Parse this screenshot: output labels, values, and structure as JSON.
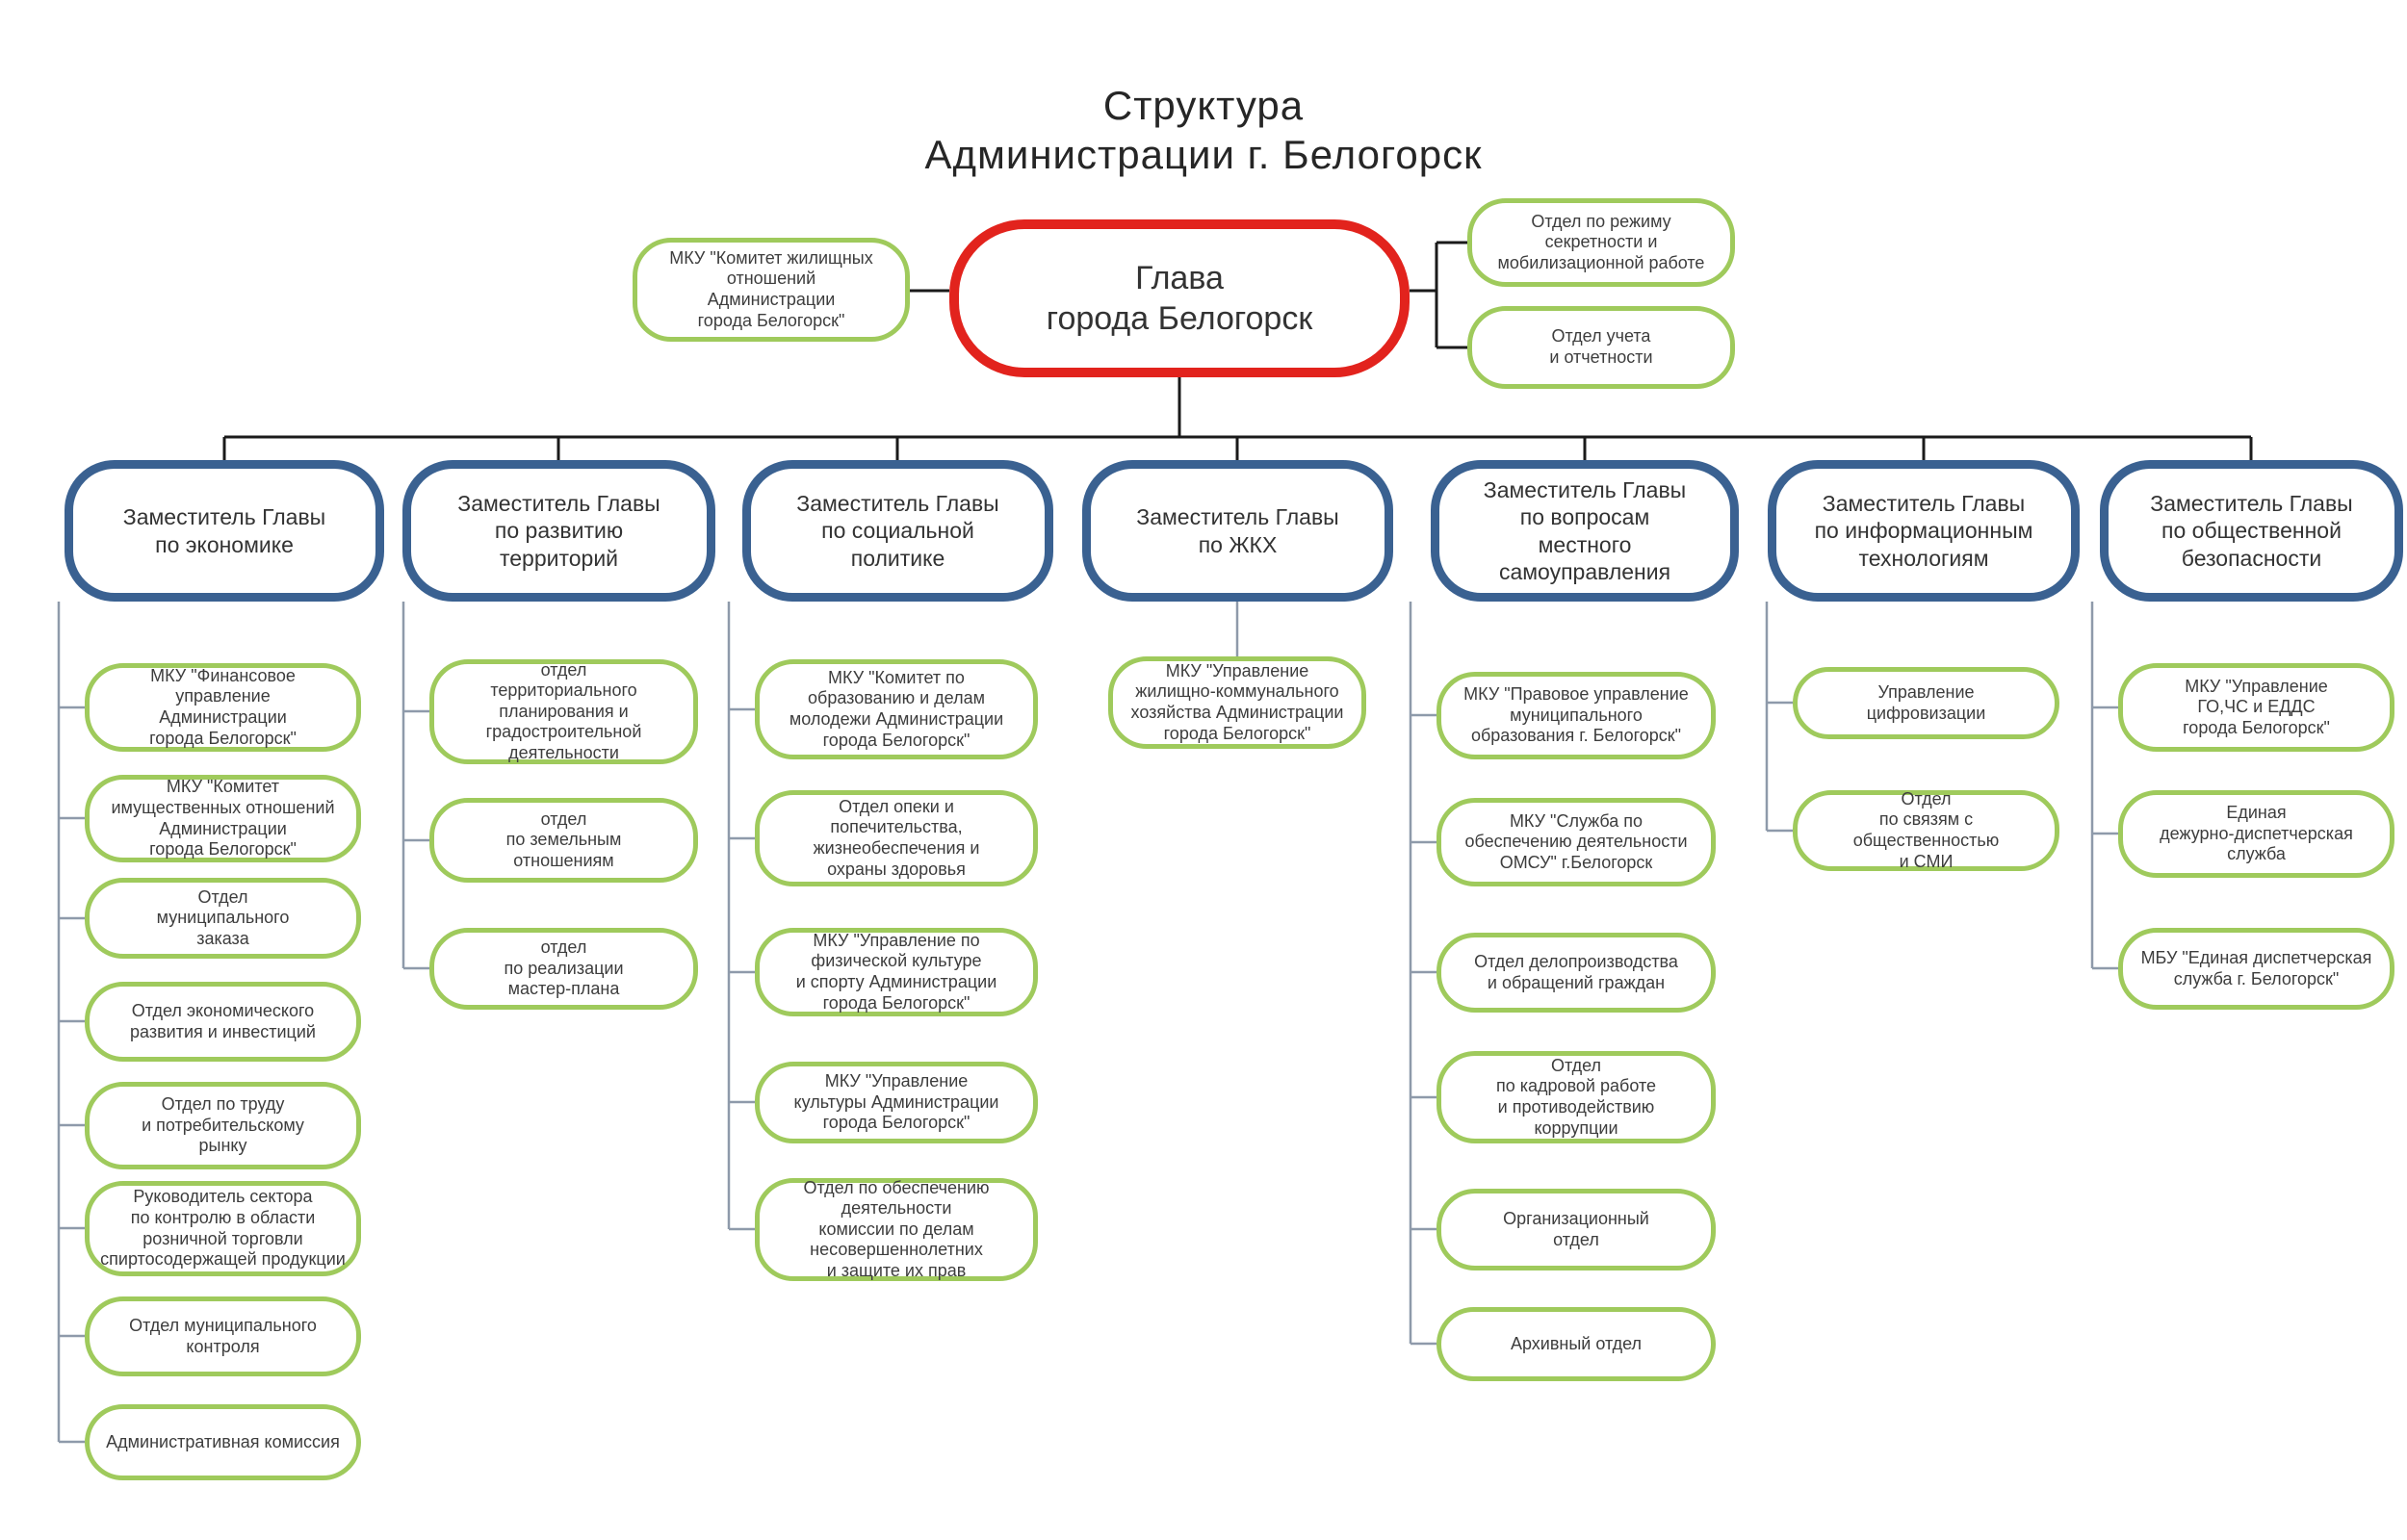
{
  "title": "Структура\nАдминистрации г. Белогорск",
  "head": {
    "label": "Глава\nгорода Белогорск"
  },
  "attachments": {
    "left": "МКУ \"Комитет жилищных\nотношений\nАдминистрации\nгорода Белогорск\"",
    "right_top": "Отдел по режиму\nсекретности и\nмобилизационной работе",
    "right_bottom": "Отдел учета\nи отчетности"
  },
  "columns": [
    {
      "deputy": "Заместитель Главы\nпо экономике",
      "children": [
        "МКУ \"Финансовое\nуправление\nАдминистрации\nгорода Белогорск\"",
        "МКУ \"Комитет\nимущественных отношений\nАдминистрации\nгорода Белогорск\"",
        "Отдел\nмуниципального\nзаказа",
        "Отдел экономического\nразвития и инвестиций",
        "Отдел по труду\nи потребительскому\nрынку",
        "Руководитель сектора\nпо контролю в области\nрозничной торговли\nспиртосодержащей продукции",
        "Отдел муниципального\nконтроля",
        "Административная комиссия"
      ]
    },
    {
      "deputy": "Заместитель Главы\nпо развитию\nтерриторий",
      "children": [
        "отдел\nтерриториального\nпланирования и\nградостроительной\nдеятельности",
        "отдел\nпо земельным\nотношениям",
        "отдел\nпо реализации\nмастер-плана"
      ]
    },
    {
      "deputy": "Заместитель Главы\nпо социальной\nполитике",
      "children": [
        "МКУ \"Комитет по\nобразованию и делам\nмолодежи Администрации\nгорода Белогорск\"",
        "Отдел опеки и\nпопечительства,\nжизнеобеспечения и\nохраны здоровья",
        "МКУ \"Управление по\nфизической культуре\nи спорту Администрации\nгорода Белогорск\"",
        "МКУ \"Управление\nкультуры Администрации\nгорода Белогорск\"",
        "Отдел по обеспечению\nдеятельности\nкомиссии по делам\nнесовершеннолетних\nи защите их прав"
      ]
    },
    {
      "deputy": "Заместитель Главы\nпо ЖКХ",
      "children": [
        "МКУ \"Управление\nжилищно-коммунального\nхозяйства Администрации\nгорода Белогорск\""
      ]
    },
    {
      "deputy": "Заместитель Главы\nпо вопросам\nместного\nсамоуправления",
      "children": [
        "МКУ \"Правовое управление\nмуниципального\nобразования г. Белогорск\"",
        "МКУ \"Служба по\nобеспечению деятельности\nОМСУ\" г.Белогорск",
        "Отдел делопроизводства\nи обращений граждан",
        "Отдел\nпо кадровой работе\nи противодействию\nкоррупции",
        "Организационный\nотдел",
        "Архивный отдел"
      ]
    },
    {
      "deputy": "Заместитель Главы\nпо информационным\nтехнологиям",
      "children": [
        "Управление\nцифровизации",
        "Отдел\nпо связям с\nобщественностью\nи СМИ"
      ]
    },
    {
      "deputy": "Заместитель Главы\nпо общественной\nбезопасности",
      "children": [
        "МКУ  \"Управление\nГО,ЧС и ЕДДС\nгорода Белогорск\"",
        "Единая\nдежурно-диспетчерская\nслужба",
        "МБУ \"Единая диспетчерская\nслужба г. Белогорск\""
      ]
    }
  ],
  "colors": {
    "head-border": "#e2231d",
    "deputy-border": "#3a6191",
    "dept-border": "#9fca5c",
    "line-dark": "#1a1a1a",
    "line-gray": "#8e9aaa",
    "text": "#3d3d3d"
  }
}
